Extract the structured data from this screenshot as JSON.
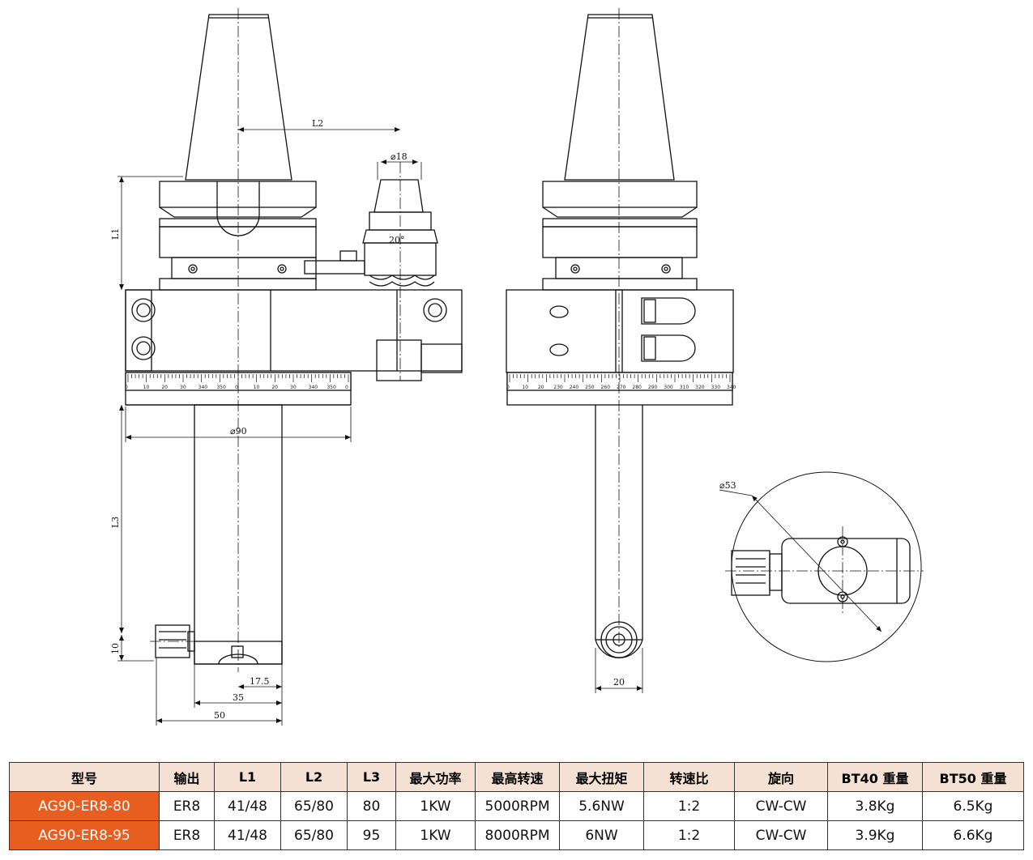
{
  "drawing": {
    "dimensions": {
      "L2": "L2",
      "L1": "L1",
      "L3": "L3",
      "dia18": "⌀18",
      "angle20": "20°",
      "dia90": "⌀90",
      "dia53": "⌀53",
      "d10": "10",
      "d17_5": "17.5",
      "d35": "35",
      "d50": "50",
      "d20": "20"
    },
    "scale_left": [
      "0",
      "10",
      "20",
      "30",
      "340",
      "350",
      "0",
      "10",
      "20",
      "30",
      "340",
      "350",
      "0"
    ],
    "scale_right": [
      "0",
      "10",
      "20",
      "230",
      "240",
      "250",
      "260",
      "270",
      "280",
      "290",
      "300",
      "310",
      "320",
      "330",
      "340"
    ]
  },
  "table": {
    "headers": [
      "型号",
      "输出",
      "L1",
      "L2",
      "L3",
      "最大功率",
      "最高转速",
      "最大扭矩",
      "转速比",
      "旋向",
      "BT40 重量",
      "BT50 重量"
    ],
    "rows": [
      [
        "AG90-ER8-80",
        "ER8",
        "41/48",
        "65/80",
        "80",
        "1KW",
        "5000RPM",
        "5.6NW",
        "1:2",
        "CW-CW",
        "3.8Kg",
        "6.5Kg"
      ],
      [
        "AG90-ER8-95",
        "ER8",
        "41/48",
        "65/80",
        "95",
        "1KW",
        "8000RPM",
        "6NW",
        "1:2",
        "CW-CW",
        "3.9Kg",
        "6.6Kg"
      ]
    ]
  },
  "colors": {
    "header_bg": "#f5e1d3",
    "model_bg": "#e85e20",
    "line": "#111111"
  }
}
